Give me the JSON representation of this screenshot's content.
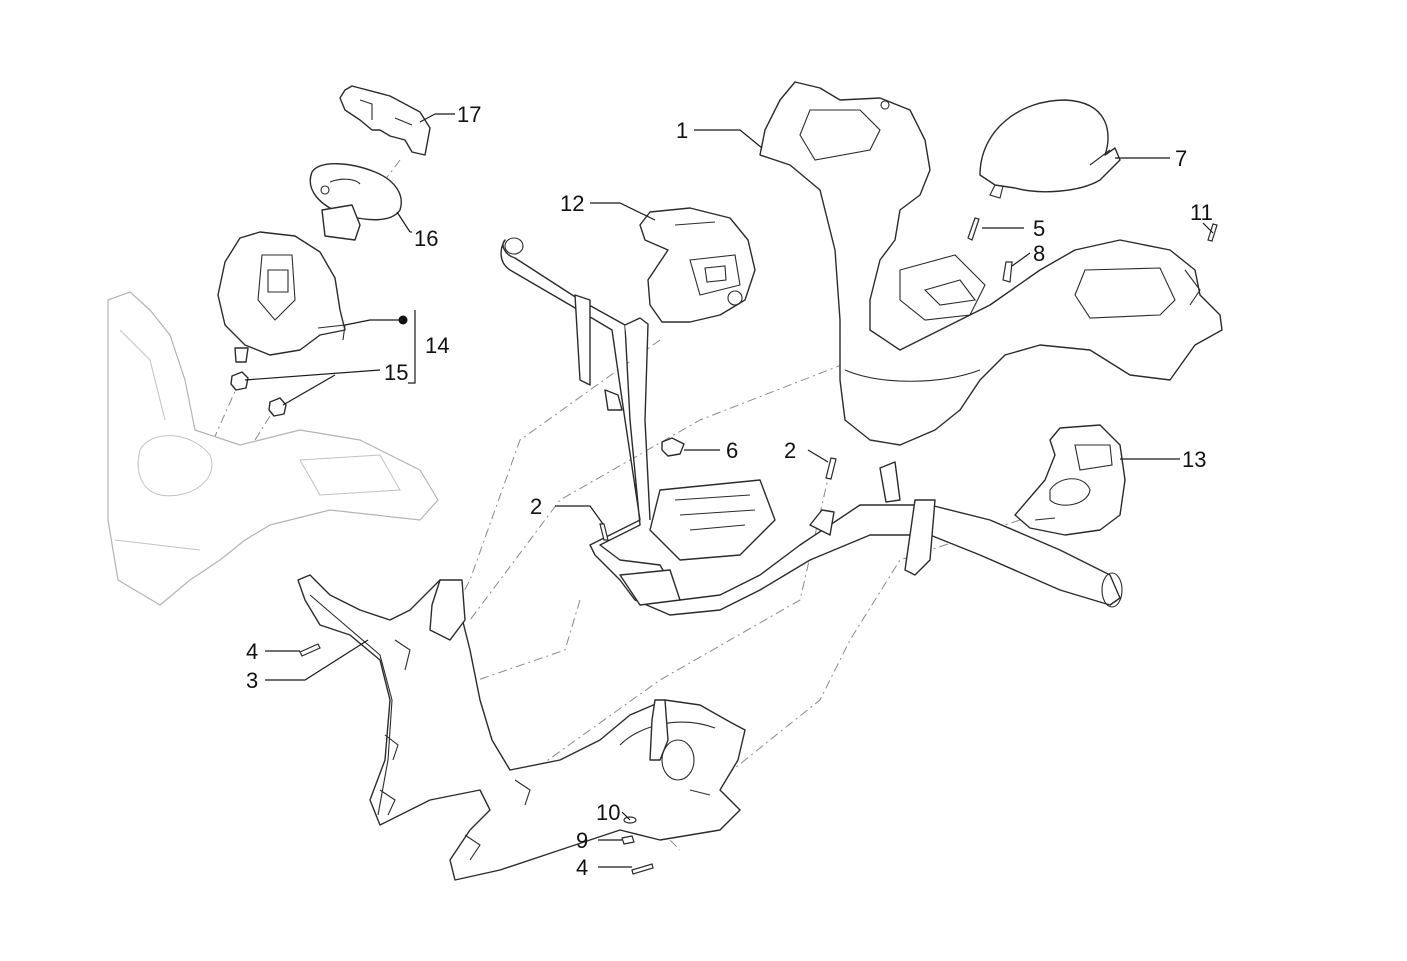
{
  "callouts": {
    "c1": "1",
    "c2a": "2",
    "c2b": "2",
    "c3": "3",
    "c4a": "4",
    "c4b": "4",
    "c5": "5",
    "c6": "6",
    "c7": "7",
    "c8": "8",
    "c9": "9",
    "c10": "10",
    "c11": "11",
    "c12": "12",
    "c13": "13",
    "c14": "14",
    "c15": "15",
    "c16": "16",
    "c17": "17"
  },
  "colors": {
    "line": "#2b2b2b",
    "ghost": "#b4b4b4",
    "dash": "#8a8a8a",
    "background": "#ffffff"
  }
}
